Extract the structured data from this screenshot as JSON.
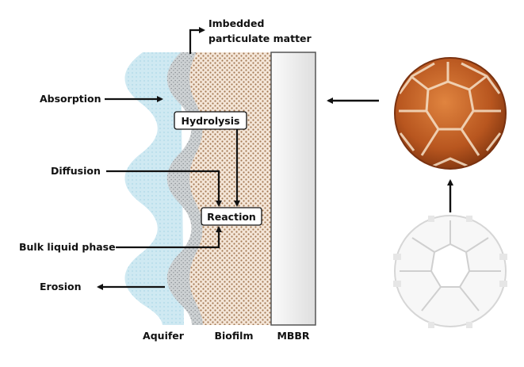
{
  "labels": {
    "imbedded_line1": "Imbedded",
    "imbedded_line2": "particulate matter",
    "absorption": "Absorption",
    "hydrolysis": "Hydrolysis",
    "diffusion": "Diffusion",
    "reaction": "Reaction",
    "bulk_liquid": "Bulk liquid phase",
    "erosion": "Erosion",
    "aquifer": "Aquifer",
    "biofilm": "Biofilm",
    "mbbr": "MBBR"
  },
  "colors": {
    "aquifer": "#cfe9f2",
    "interface": "#cfd2d4",
    "biofilm": "#f4e6d8",
    "biofilm_dots": "#a47a55",
    "mbbr": "#e6e6e6",
    "arrow": "#111111",
    "carrier_biofilm": "#c0632a",
    "carrier_clean": "#ffffff"
  }
}
